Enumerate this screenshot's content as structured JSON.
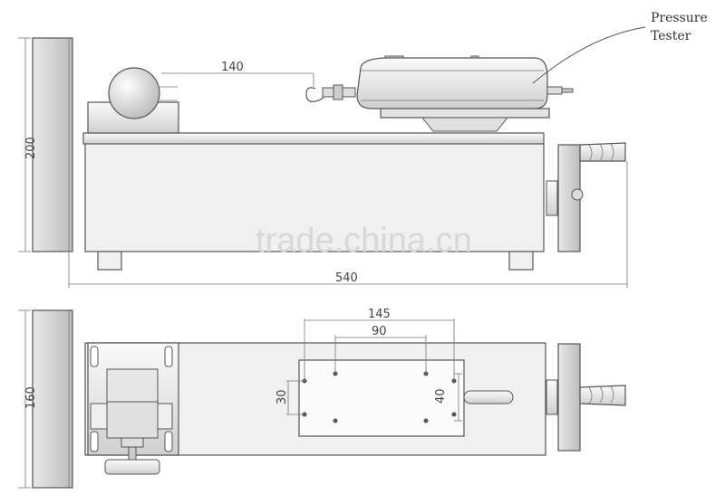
{
  "callout": {
    "line1": "Pressure",
    "line2": "Tester"
  },
  "dimensions": {
    "hook_span": "140",
    "height": "200",
    "total_length": "540",
    "width": "160",
    "hole_span_outer": "145",
    "hole_span_inner": "90",
    "hole_left_vertical": "30",
    "hole_right_vertical": "40"
  },
  "watermark": "trade.china.cn"
}
